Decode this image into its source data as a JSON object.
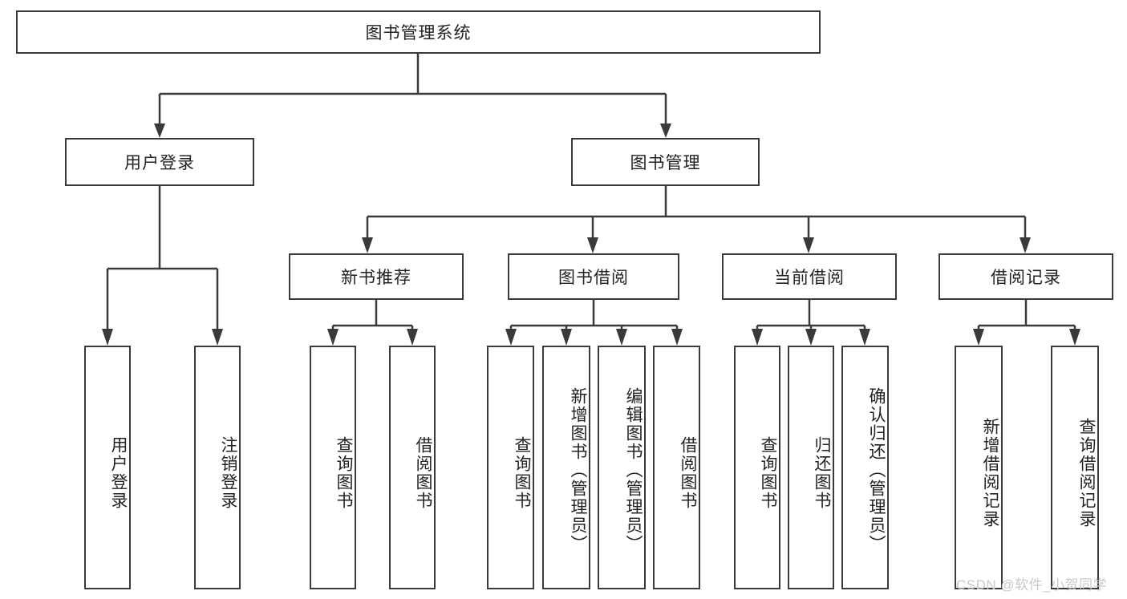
{
  "diagram": {
    "title": "图书管理系统",
    "type": "hierarchy-tree",
    "watermark": "CSDN @软件_小贺同学",
    "colors": {
      "stroke": "#3a3a3a",
      "fill": "#ffffff",
      "watermark": "#c9c9c9"
    },
    "root": {
      "label": "图书管理系统"
    },
    "level1": [
      {
        "label": "用户登录"
      },
      {
        "label": "图书管理"
      }
    ],
    "level2": [
      {
        "label": "新书推荐"
      },
      {
        "label": "图书借阅"
      },
      {
        "label": "当前借阅"
      },
      {
        "label": "借阅记录"
      }
    ],
    "leaves": {
      "user_login": [
        {
          "label": "用户登录"
        },
        {
          "label": "注销登录"
        }
      ],
      "new_book": [
        {
          "label": "查询图书"
        },
        {
          "label": "借阅图书"
        }
      ],
      "book_borrow": [
        {
          "label": "查询图书"
        },
        {
          "label": "新增图书（管理员）"
        },
        {
          "label": "编辑图书（管理员）"
        },
        {
          "label": "借阅图书"
        }
      ],
      "current_borrow": [
        {
          "label": "查询图书"
        },
        {
          "label": "归还图书"
        },
        {
          "label": "确认归还（管理员）"
        }
      ],
      "borrow_record": [
        {
          "label": "新增借阅记录"
        },
        {
          "label": "查询借阅记录"
        }
      ]
    }
  }
}
